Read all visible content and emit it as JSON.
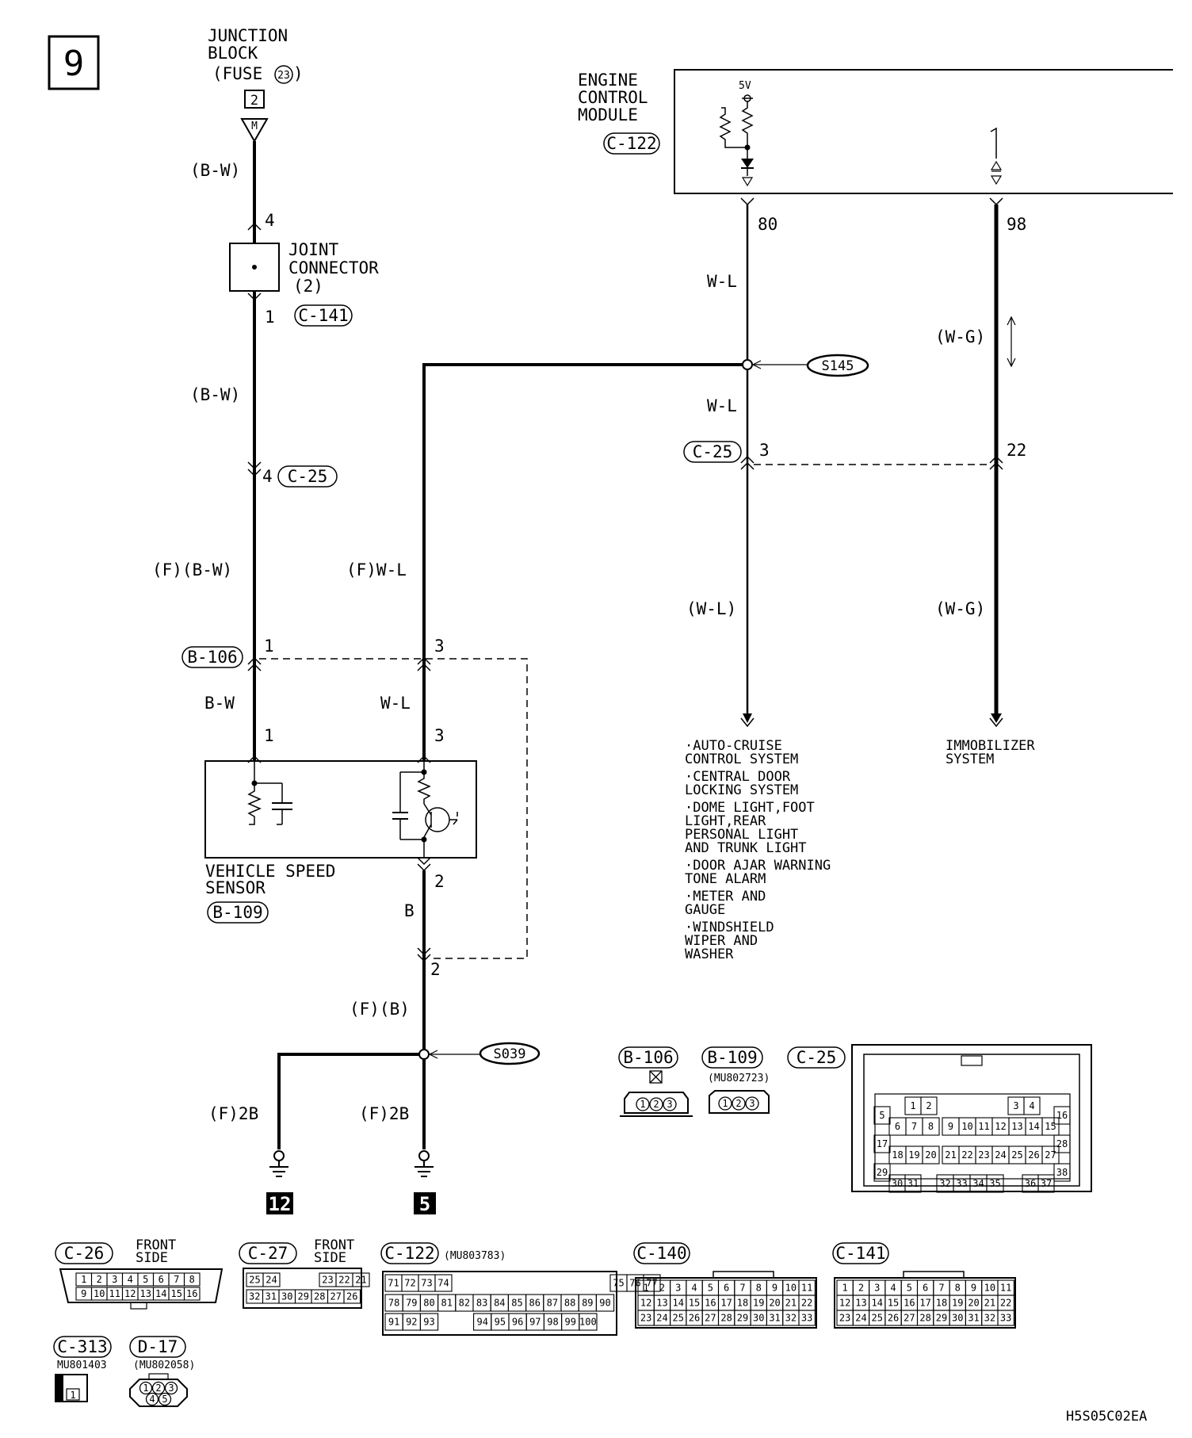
{
  "page": {
    "number": "9",
    "code": "H5S05C02EA"
  },
  "junction_block": {
    "title_1": "JUNCTION",
    "title_2": "BLOCK",
    "fuse_prefix": "(FUSE",
    "fuse_number": "23",
    "fuse_suffix": ")",
    "terminal": "2",
    "connector_letter": "M"
  },
  "wires_left": {
    "top_color": "(B-W)",
    "mid_color": "(B-W)",
    "lower_color": "(F)(B-W)",
    "b106_color": "B-W"
  },
  "joint_connector": {
    "title_1": "JOINT",
    "title_2": "CONNECTOR",
    "title_3": "(2)",
    "pin_in": "4",
    "pin_out": "1",
    "connector": "C-141"
  },
  "c25_left": {
    "pin": "4",
    "connector": "C-25"
  },
  "b106": {
    "connector": "B-106",
    "pin_left": "1",
    "pin_right": "3"
  },
  "sensor": {
    "title_1": "VEHICLE SPEED",
    "title_2": "SENSOR",
    "connector": "B-109",
    "pin_1": "1",
    "pin_3": "3",
    "pin_2": "2"
  },
  "wires_mid": {
    "fwl": "(F)W-L",
    "wl": "W-L",
    "b": "B",
    "pin_2": "2",
    "fb": "(F)(B)",
    "f2b_left": "(F)2B",
    "f2b_right": "(F)2B"
  },
  "splices": {
    "s039": "S039",
    "s145": "S145"
  },
  "grounds": {
    "g12": "12",
    "g5": "5"
  },
  "ecm": {
    "title_1": "ENGINE",
    "title_2": "CONTROL",
    "title_3": "MODULE",
    "connector": "C-122",
    "voltage": "5V",
    "pin_80": "80",
    "pin_98": "98"
  },
  "wires_right": {
    "wl_top": "W-L",
    "wl_mid": "W-L",
    "wg_top": "(W-G)",
    "wl_bottom": "(W-L)",
    "wg_bottom": "(W-G)",
    "c25_connector": "C-25",
    "c25_pin_3": "3",
    "c25_pin_22": "22"
  },
  "destinations": {
    "systems": [
      [
        "·AUTO-CRUISE",
        " CONTROL SYSTEM"
      ],
      [
        "·CENTRAL DOOR",
        " LOCKING SYSTEM"
      ],
      [
        "·DOME LIGHT,FOOT",
        " LIGHT,REAR",
        " PERSONAL LIGHT",
        " AND TRUNK LIGHT"
      ],
      [
        "·DOOR AJAR WARNING",
        " TONE ALARM"
      ],
      [
        "·METER AND",
        " GAUGE"
      ],
      [
        "·WINDSHIELD",
        " WIPER AND",
        " WASHER"
      ]
    ],
    "immobilizer_1": "IMMOBILIZER",
    "immobilizer_2": "SYSTEM"
  },
  "connectors": {
    "b106": {
      "label": "B-106",
      "pins": [
        "1",
        "2",
        "3"
      ]
    },
    "b109": {
      "label": "B-109",
      "part": "(MU802723)",
      "pins": [
        "1",
        "2",
        "3"
      ]
    },
    "c25": {
      "label": "C-25",
      "rows": [
        [
          "1",
          "2",
          "3",
          "4"
        ],
        [
          "5",
          "16"
        ],
        [
          "6",
          "7",
          "8",
          "9",
          "10",
          "11",
          "12",
          "13",
          "14",
          "15"
        ],
        [
          "17",
          "28"
        ],
        [
          "18",
          "19",
          "20",
          "21",
          "22",
          "23",
          "24",
          "25",
          "26",
          "27"
        ],
        [
          "29",
          "38"
        ],
        [
          "30",
          "31",
          "32",
          "33",
          "34",
          "35",
          "36",
          "37"
        ]
      ]
    },
    "c26": {
      "label": "C-26",
      "note_1": "FRONT",
      "note_2": "SIDE",
      "row1": [
        "1",
        "2",
        "3",
        "4",
        "5",
        "6",
        "7",
        "8"
      ],
      "row2": [
        "9",
        "10",
        "11",
        "12",
        "13",
        "14",
        "15",
        "16"
      ]
    },
    "c27": {
      "label": "C-27",
      "note_1": "FRONT",
      "note_2": "SIDE",
      "row1": [
        "25",
        "24",
        "23",
        "22",
        "21"
      ],
      "row2": [
        "32",
        "31",
        "30",
        "29",
        "28",
        "27",
        "26"
      ]
    },
    "c122": {
      "label": "C-122",
      "part": "(MU803783)",
      "row1": [
        "71",
        "72",
        "73",
        "74",
        "75",
        "76",
        "77"
      ],
      "row2": [
        "78",
        "79",
        "80",
        "81",
        "82",
        "83",
        "84",
        "85",
        "86",
        "87",
        "88",
        "89",
        "90"
      ],
      "row3": [
        "91",
        "92",
        "93",
        "94",
        "95",
        "96",
        "97",
        "98",
        "99",
        "100"
      ]
    },
    "c140": {
      "label": "C-140",
      "row1": [
        "1",
        "2",
        "3",
        "4",
        "5",
        "6",
        "7",
        "8",
        "9",
        "10",
        "11"
      ],
      "row2": [
        "12",
        "13",
        "14",
        "15",
        "16",
        "17",
        "18",
        "19",
        "20",
        "21",
        "22"
      ],
      "row3": [
        "23",
        "24",
        "25",
        "26",
        "27",
        "28",
        "29",
        "30",
        "31",
        "32",
        "33"
      ]
    },
    "c141": {
      "label": "C-141",
      "row1": [
        "1",
        "2",
        "3",
        "4",
        "5",
        "6",
        "7",
        "8",
        "9",
        "10",
        "11"
      ],
      "row2": [
        "12",
        "13",
        "14",
        "15",
        "16",
        "17",
        "18",
        "19",
        "20",
        "21",
        "22"
      ],
      "row3": [
        "23",
        "24",
        "25",
        "26",
        "27",
        "28",
        "29",
        "30",
        "31",
        "32",
        "33"
      ]
    },
    "c313": {
      "label": "C-313",
      "part": "MU801403",
      "pins": [
        "1"
      ]
    },
    "d17": {
      "label": "D-17",
      "part": "(MU802058)",
      "pins": [
        "1",
        "2",
        "3",
        "4",
        "5"
      ]
    }
  }
}
